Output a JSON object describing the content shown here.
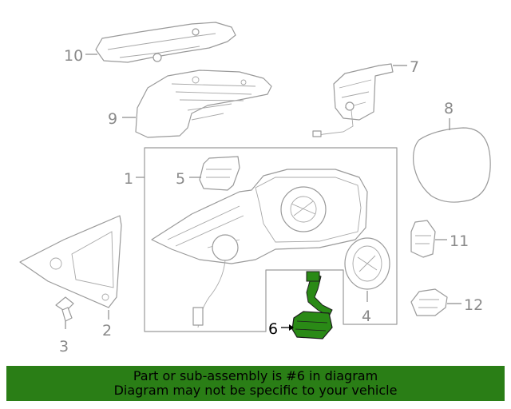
{
  "callouts": {
    "c1": "1",
    "c2": "2",
    "c3": "3",
    "c4": "4",
    "c5": "5",
    "c6": "6",
    "c7": "7",
    "c8": "8",
    "c9": "9",
    "c10": "10",
    "c11": "11",
    "c12": "12"
  },
  "highlight": {
    "color": "#2a8a16",
    "part": "6"
  },
  "banner": {
    "line1": "Part or sub-assembly is #6 in diagram",
    "line2": "Diagram may not be specific to your vehicle",
    "background": "#2a7e16"
  }
}
